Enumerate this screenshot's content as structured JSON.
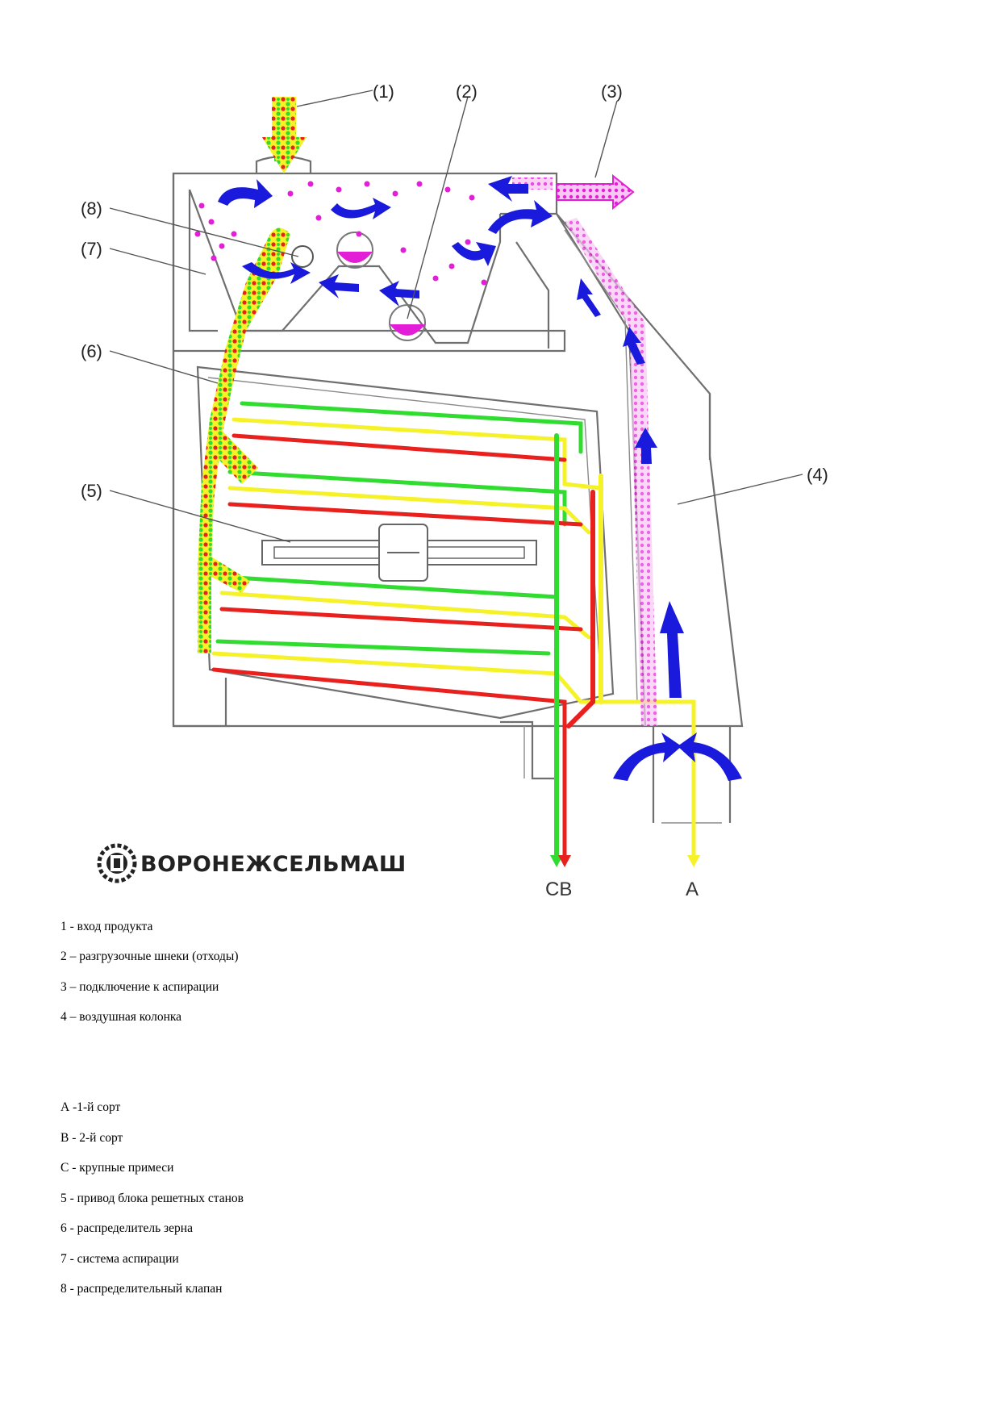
{
  "diagram": {
    "callouts": [
      "(1)",
      "(2)",
      "(3)",
      "(4)",
      "(5)",
      "(6)",
      "(7)",
      "(8)"
    ],
    "outlets": {
      "left": "CB",
      "right": "A"
    },
    "brand": "ВОРОНЕЖСЕЛЬМАШ",
    "colors": {
      "frame": "#6f6f6f",
      "air_flow": "#1a1adc",
      "dust": "#e21fd6",
      "grade1_A": "#f6f22a",
      "grade2_B": "#2fdc2f",
      "impurities_C": "#e8201e"
    }
  },
  "legend": [
    "1 -  вход продукта",
    "2 – разгрузочные шнеки (отходы)",
    "3 – подключение к аспирации",
    "4 – воздушная колонка",
    "А -1-й сорт",
    "В - 2-й сорт",
    "С - крупные примеси",
    "5 - привод блока решетных станов",
    "6 - распределитель зерна",
    "7 - система аспирации",
    "8 - распределительный клапан"
  ]
}
